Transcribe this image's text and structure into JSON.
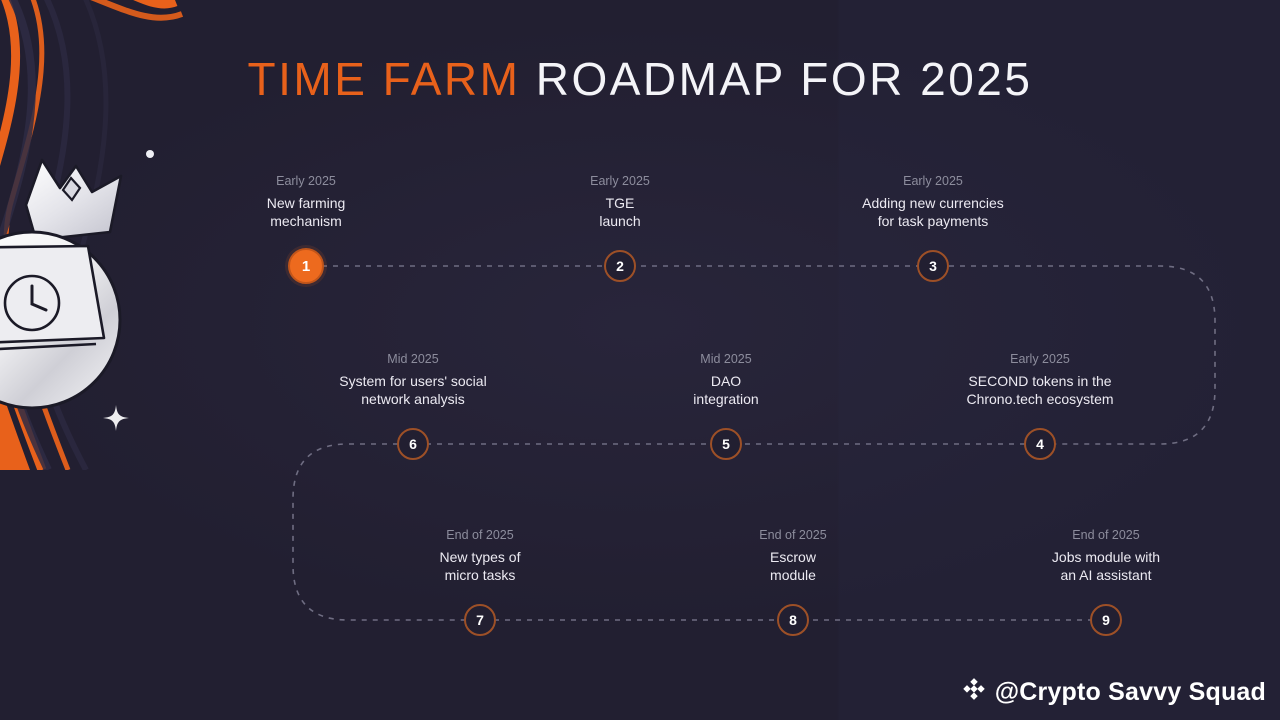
{
  "title": {
    "highlight": "TIME FARM",
    "rest": " ROADMAP FOR 2025",
    "accent_color": "#E8611B"
  },
  "theme": {
    "background": "#221f31",
    "accent": "#ED6A1E",
    "node_ring": "#9d5027",
    "date_text": "#8d8d9d",
    "label_text": "#eceaf2",
    "line_color": "#6f6d82"
  },
  "milestones": [
    {
      "number": "1",
      "date": "Early 2025",
      "label": "New farming\nmechanism",
      "state": "active"
    },
    {
      "number": "2",
      "date": "Early 2025",
      "label": "TGE\nlaunch",
      "state": "default"
    },
    {
      "number": "3",
      "date": "Early 2025",
      "label": "Adding new currencies\nfor task payments",
      "state": "default"
    },
    {
      "number": "4",
      "date": "Early 2025",
      "label": "SECOND tokens in the\nChrono.tech ecosystem",
      "state": "default"
    },
    {
      "number": "5",
      "date": "Mid 2025",
      "label": "DAO\nintegration",
      "state": "default"
    },
    {
      "number": "6",
      "date": "Mid 2025",
      "label": "System for users' social\nnetwork analysis",
      "state": "default"
    },
    {
      "number": "7",
      "date": "End of 2025",
      "label": "New types of\nmicro tasks",
      "state": "default"
    },
    {
      "number": "8",
      "date": "End of 2025",
      "label": "Escrow\nmodule",
      "state": "default"
    },
    {
      "number": "9",
      "date": "End of 2025",
      "label": "Jobs module with\nan AI assistant",
      "state": "default"
    }
  ],
  "watermark": {
    "handle": "@Crypto Savvy Squad",
    "icon": "binance-diamond-icon"
  },
  "decorations": {
    "artwork": "time-farm-coin-crown-clock-illustration",
    "sparkle": "four-point-star-icon",
    "dot": "small-dot"
  }
}
